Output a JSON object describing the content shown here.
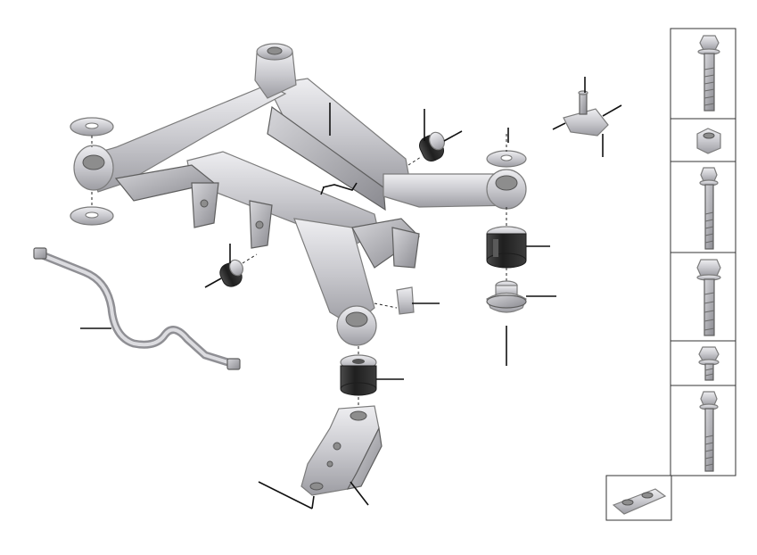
{
  "diagram": {
    "background": "#ffffff",
    "metal_color": "#c8c8cc",
    "rubber_color": "#2a2a2a",
    "leader_color": "#111111",
    "components": [
      {
        "id": "rear-subframe",
        "icon": "subframe-icon"
      },
      {
        "id": "stabilizer-bar",
        "icon": "stabilizer-bar-icon"
      },
      {
        "id": "rubber-mount-front-left",
        "icon": "rubber-mount-icon"
      },
      {
        "id": "rubber-mount-front-right",
        "icon": "rubber-mount-icon"
      },
      {
        "id": "subframe-bushing-right",
        "icon": "bushing-icon"
      },
      {
        "id": "subframe-bushing-rear",
        "icon": "bushing-icon"
      },
      {
        "id": "support-bracket",
        "icon": "support-bracket-icon"
      },
      {
        "id": "hydro-mount",
        "icon": "hydro-mount-icon"
      },
      {
        "id": "mounting-bracket-top-right",
        "icon": "mounting-bracket-icon"
      },
      {
        "id": "washer-left-upper",
        "icon": "washer-icon"
      },
      {
        "id": "washer-left-lower",
        "icon": "washer-icon"
      },
      {
        "id": "washer-right",
        "icon": "washer-icon"
      },
      {
        "id": "heat-shield-clip",
        "icon": "clip-icon"
      }
    ],
    "fastener_panel": [
      {
        "id": "hex-bolt-long",
        "icon": "hex-bolt-icon"
      },
      {
        "id": "hex-nut",
        "icon": "hex-nut-icon"
      },
      {
        "id": "collar-bolt-long",
        "icon": "collar-bolt-icon"
      },
      {
        "id": "hex-bolt-medium",
        "icon": "hex-bolt-icon"
      },
      {
        "id": "hex-bolt-short",
        "icon": "hex-bolt-icon"
      },
      {
        "id": "collar-bolt-medium",
        "icon": "collar-bolt-icon"
      }
    ],
    "extra_part": {
      "id": "nut-plate",
      "icon": "nut-plate-icon"
    }
  }
}
